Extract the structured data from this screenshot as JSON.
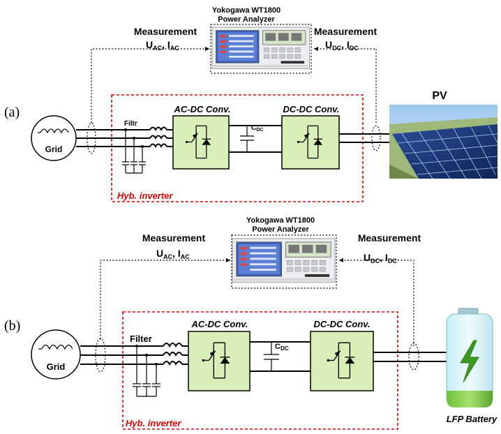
{
  "panel_a": {
    "label": "(a)",
    "analyzer_line1": "Yokogawa WT1800",
    "analyzer_line2": "Power Analyzer",
    "meas_left_title": "Measurement",
    "meas_left_sub": "U",
    "meas_left_sub_a": "AC",
    "meas_left_sub_b": ", I",
    "meas_left_sub_c": "AC",
    "meas_right_title": "Measurement",
    "meas_right_sub": "U",
    "meas_right_sub_a": "DC",
    "meas_right_sub_b": ", I",
    "meas_right_sub_c": "DC",
    "grid_label": "Grid",
    "filter_label": "Filtr",
    "acdc_label": "AC-DC Conv.",
    "dcdc_label": "DC-DC Conv.",
    "cap_label": "C",
    "cap_sub": "DC",
    "inverter_label": "Hyb. inverter",
    "source_label": "PV"
  },
  "panel_b": {
    "label": "(b)",
    "analyzer_line1": "Yokogawa WT1800",
    "analyzer_line2": "Power Analyzer",
    "meas_left_title": "Measurement",
    "meas_left_sub": "U",
    "meas_left_sub_a": "AC",
    "meas_left_sub_b": ", I",
    "meas_left_sub_c": "AC",
    "meas_right_title": "Measurement",
    "meas_right_sub": "U",
    "meas_right_sub_a": "DC",
    "meas_right_sub_b": ", I",
    "meas_right_sub_c": "DC",
    "grid_label": "Grid",
    "filter_label": "Filter",
    "acdc_label": "AC-DC Conv.",
    "dcdc_label": "DC-DC Conv.",
    "cap_label": "C",
    "cap_sub": "DC",
    "inverter_label": "Hyb. inverter",
    "source_label": "LFP Battery"
  },
  "colors": {
    "converter_fill": "#d8efb8",
    "inverter_box": "#e00000",
    "battery_green": "#3a9a20"
  }
}
